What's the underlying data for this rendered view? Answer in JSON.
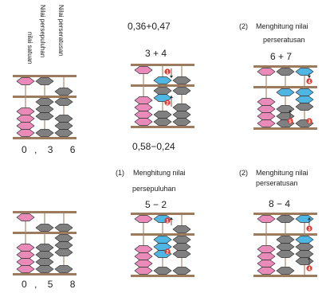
{
  "labels": {
    "place_units": "nilai satuan",
    "place_tenths": "Nilai persepuluhan",
    "place_hundredths": "Nilai perseratusan"
  },
  "values": {
    "first": [
      "0",
      ",",
      "3",
      "6"
    ],
    "second": [
      "0",
      ",",
      "5",
      "8"
    ]
  },
  "problems": {
    "p1": {
      "number": "",
      "expr": "0,36+0,47",
      "title": "",
      "title2": "",
      "operation": "3 + 4"
    },
    "p2": {
      "number": "(2)",
      "title": "Menghitung nilai",
      "title2": "perseratusan",
      "operation": "6 + 7"
    },
    "p3": {
      "expr": "0,58−0,24",
      "number": "(1)",
      "title": "Menghitung nilai",
      "title2": "persepuluhan",
      "operation": "5 − 2"
    },
    "p4": {
      "number": "(2)",
      "title": "Menghitung nilai",
      "title2": "perseratusan",
      "operation": "8 − 4"
    }
  },
  "step_markers": {
    "s1": "1",
    "s2": "2",
    "s3": "3",
    "s4": "4",
    "s5": "5"
  },
  "colors": {
    "frame": "#9b7a5e",
    "rod": "#a58c72",
    "pink_bead": "#e98ab8",
    "gray_bead": "#808080",
    "blue_bead": "#4fb5e3",
    "marker": "#e5322c"
  }
}
